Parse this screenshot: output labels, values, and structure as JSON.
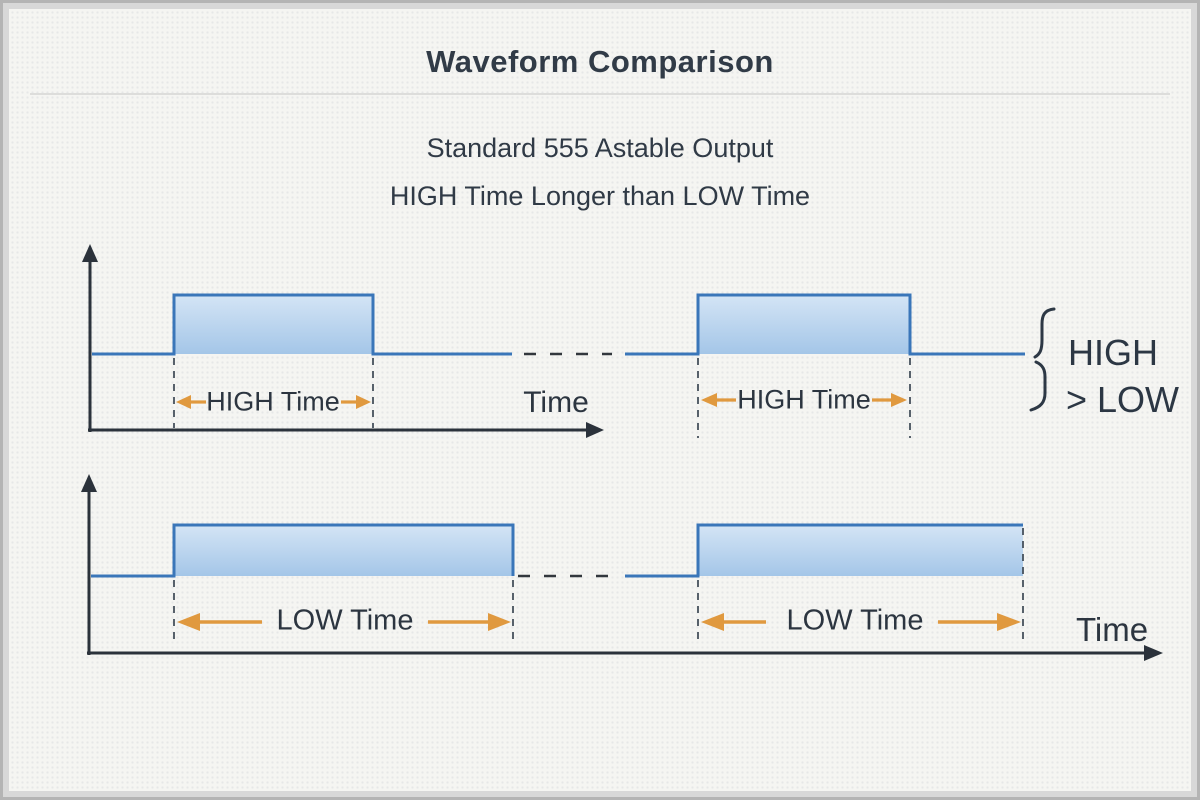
{
  "header": {
    "title": "Waveform Comparison"
  },
  "subtitle": {
    "line1": "Standard 555 Astable Output",
    "line2": "HIGH Time Longer than LOW Time"
  },
  "top_waveform": {
    "description": "Square wave with HIGH time longer than LOW time, two pulses separated by continuation dashes",
    "interval_labels": [
      "HIGH Time",
      "HIGH Time"
    ],
    "axis_label": "Time",
    "annotation": {
      "line1": "HIGH",
      "line2": "> LOW"
    }
  },
  "bottom_waveform": {
    "description": "Square wave with long pulses labeled as LOW time, two pulses separated by continuation dashes",
    "interval_labels": [
      "LOW Time",
      "LOW Time"
    ],
    "axis_label": "Time"
  },
  "colors": {
    "waveform_stroke": "#3a76b9",
    "pulse_fill_top": "#cfe1f3",
    "pulse_fill_bottom": "#a4c6e8",
    "annotation_arrow": "#e0993f",
    "axis": "#2b323b",
    "guide_dash": "#46515c",
    "text": "#2e3843",
    "background": "#f5f5f2"
  }
}
